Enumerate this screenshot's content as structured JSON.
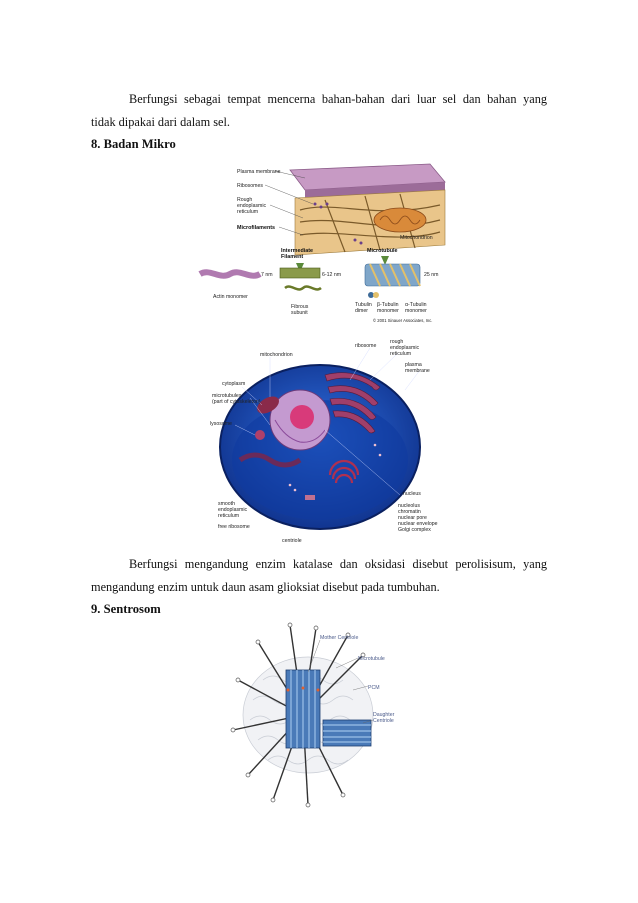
{
  "para1": {
    "line1": "Berfungsi sebagai tempat mencerna bahan-bahan dari luar sel dan bahan yang",
    "line2": "tidak dipakai dari dalam sel."
  },
  "heading8": "8. Badan Mikro",
  "figure1": {
    "labels": {
      "plasma_membrane": "Plasma membrane",
      "ribosomes": "Ribosomes",
      "rough_er": "Rough",
      "rough_er2": "endoplasmic",
      "rough_er3": "reticulum",
      "microfilaments": "Microfilaments",
      "mitochondrion": "Mitochondrion",
      "intermediate_filament": "Intermediate",
      "intermediate_filament2": "Filament",
      "microtubule": "Microtubule",
      "actin_monomer": "Actin monomer",
      "dim_7nm": "7 nm",
      "dim_612nm": "6-12 nm",
      "dim_25nm": "25 nm",
      "fibrous_subunit": "Fibrous",
      "fibrous_subunit2": "subunit",
      "tubulin_dimer": "Tubulin",
      "tubulin_dimer2": "dimer",
      "beta_tubulin": "β-Tubulin",
      "beta_tubulin2": "monomer",
      "alpha_tubulin": "α-Tubulin",
      "alpha_tubulin2": "monomer",
      "copyright": "© 2001 Sinauer Associates, Inc."
    }
  },
  "figure2": {
    "labels": {
      "ribosome": "ribosome",
      "rough_er": "rough",
      "rough_er2": "endoplasmic",
      "rough_er3": "reticulum",
      "mitochondrion": "mitochondrion",
      "plasma_membrane": "plasma",
      "plasma_membrane2": "membrane",
      "cytoplasm": "cytoplasm",
      "microtubules": "microtubules",
      "microtubules2": "(part of cytoskeleton)",
      "lysosome": "lysosome",
      "nucleus": "nucleus",
      "smooth_er": "smooth",
      "smooth_er2": "endoplasmic",
      "smooth_er3": "reticulum",
      "nucleolus": "nucleolus",
      "chromatin": "chromatin",
      "nuclear_pore": "nuclear pore",
      "nuclear_envelope": "nuclear envelope",
      "free_ribosome": "free ribosome",
      "golgi": "Golgi complex",
      "centriole": "centriole"
    }
  },
  "para2": {
    "line1": "Berfungsi mengandung enzim katalase dan oksidasi disebut perolisisum, yang",
    "line2": "mengandung enzim untuk daun asam glioksiat disebut pada tumbuhan."
  },
  "heading9": "9. Sentrosom",
  "figure3": {
    "labels": {
      "mother_centriole": "Mother Centriole",
      "microtubule": "Microtubule",
      "pcm": "PCM",
      "daughter_centriole": "Daughter",
      "daughter_centriole2": "Centriole"
    }
  },
  "colors": {
    "text": "#111111",
    "cell_blue": "#1f4fb8",
    "membrane_purple": "#b58bb8",
    "centriole_blue": "#4a7ab8"
  }
}
